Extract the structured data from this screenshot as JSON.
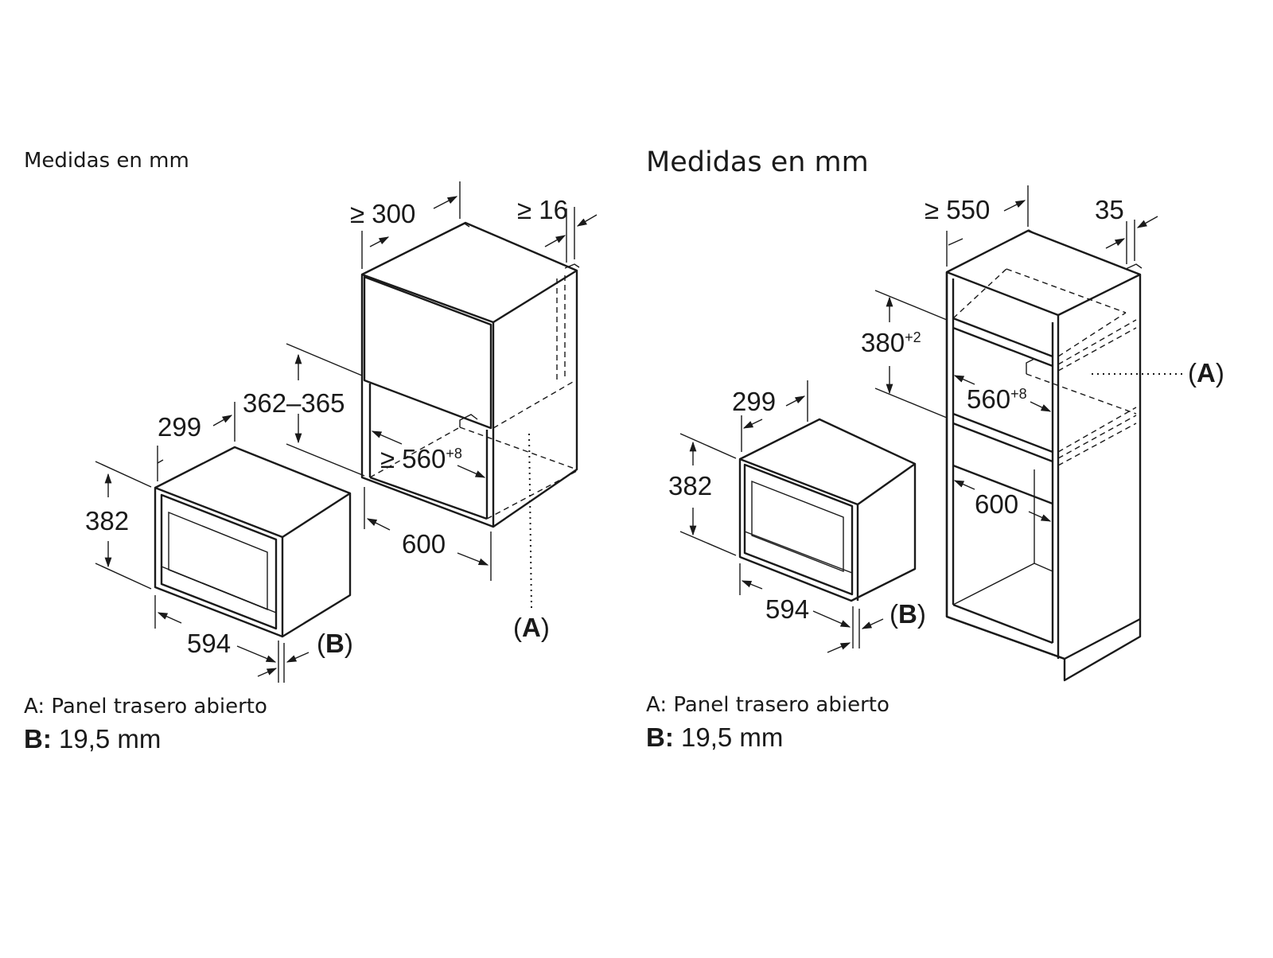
{
  "left": {
    "heading": "Medidas en mm",
    "dims": {
      "depth_min": "≥ 300",
      "top_gap": "≥ 16",
      "height_range": "362–365",
      "width_min": "≥ 560",
      "width_sup": "+8",
      "cab_depth": "600",
      "app_depth": "299",
      "app_height": "382",
      "app_width": "594"
    },
    "labels": {
      "a": "(A)",
      "b": "(B)"
    },
    "note_a": "A: Panel trasero abierto",
    "note_b_key": "B:",
    "note_b_val": " 19,5 mm"
  },
  "right": {
    "heading": "Medidas en mm",
    "dims": {
      "depth_min": "≥ 550",
      "top_gap": "35",
      "niche_height": "380",
      "niche_height_sup": "+2",
      "niche_width": "560",
      "niche_width_sup": "+8",
      "cab_depth": "600",
      "app_depth": "299",
      "app_height": "382",
      "app_width": "594"
    },
    "labels": {
      "a": "(A)",
      "b": "(B)"
    },
    "note_a": "A: Panel trasero abierto",
    "note_b_key": "B:",
    "note_b_val": " 19,5 mm"
  }
}
